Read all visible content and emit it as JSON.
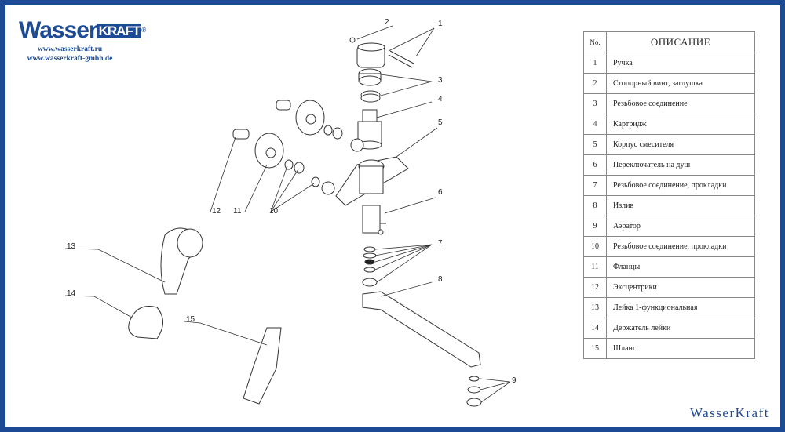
{
  "logo": {
    "word": "Wasser",
    "kraft": "KRAFT",
    "reg": "®",
    "urls": [
      "www.wasserkraft.ru",
      "www.wasserkraft-gmbh.de"
    ]
  },
  "brand_bottom": "WasserKraft",
  "table": {
    "headers": {
      "no": "No.",
      "desc": "ОПИСАНИЕ"
    },
    "rows": [
      {
        "no": "1",
        "desc": "Ручка"
      },
      {
        "no": "2",
        "desc": "Стопорный винт, заглушка"
      },
      {
        "no": "3",
        "desc": "Резьбовое соединение"
      },
      {
        "no": "4",
        "desc": "Картридж"
      },
      {
        "no": "5",
        "desc": "Корпус смесителя"
      },
      {
        "no": "6",
        "desc": "Переключатель на душ"
      },
      {
        "no": "7",
        "desc": "Резьбовое соединение, прокладки"
      },
      {
        "no": "8",
        "desc": "Излив"
      },
      {
        "no": "9",
        "desc": "Аэратор"
      },
      {
        "no": "10",
        "desc": "Резьбовое соединение, прокладки"
      },
      {
        "no": "11",
        "desc": "Фланцы"
      },
      {
        "no": "12",
        "desc": "Эксцентрики"
      },
      {
        "no": "13",
        "desc": "Лейка 1-функциональная"
      },
      {
        "no": "14",
        "desc": "Держатель лейки"
      },
      {
        "no": "15",
        "desc": "Шланг"
      }
    ]
  },
  "callouts": [
    "1",
    "2",
    "3",
    "4",
    "5",
    "6",
    "7",
    "8",
    "9",
    "10",
    "11",
    "12",
    "13",
    "14",
    "15"
  ],
  "colors": {
    "brand": "#1d4a94"
  }
}
